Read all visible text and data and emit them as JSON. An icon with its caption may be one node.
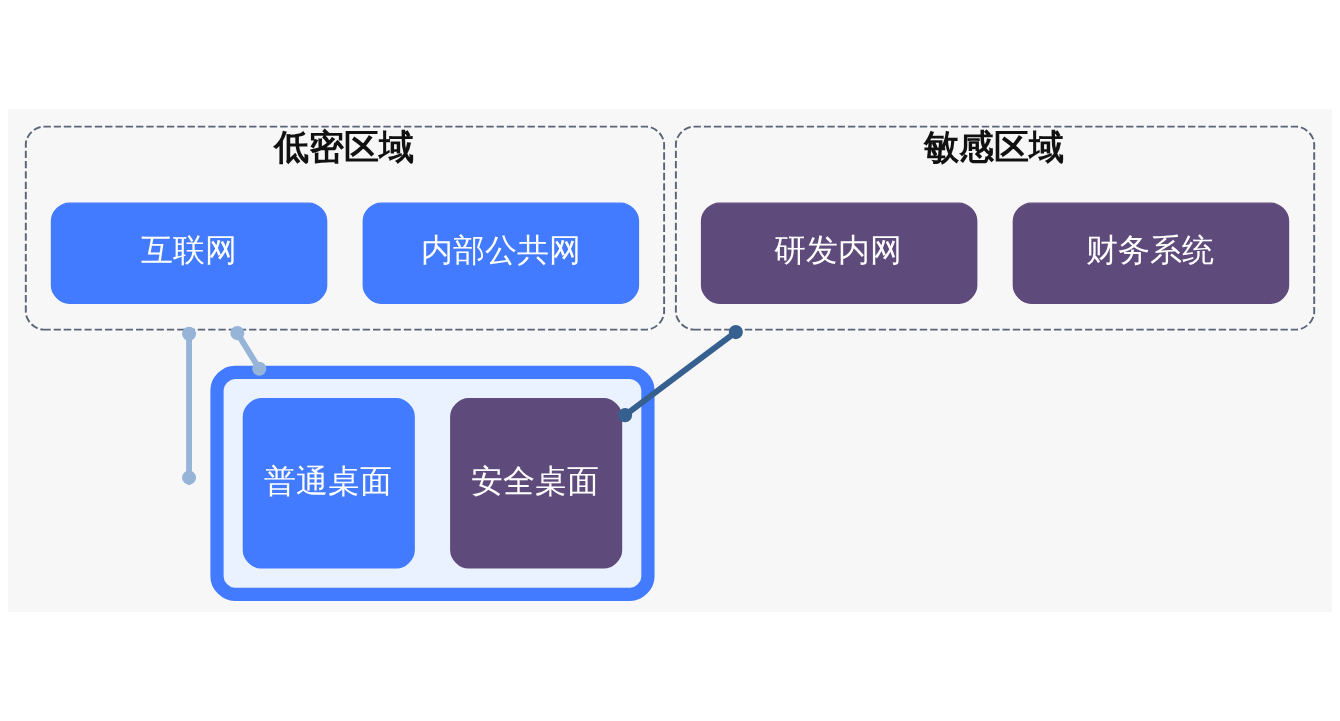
{
  "diagram": {
    "nodes": [
      {
        "text": [
          "低密区域"
        ]
      },
      {
        "text": [
          "互联网"
        ],
        "in": 0
      },
      {
        "text": [
          "内部公共网"
        ],
        "in": 0
      },
      {
        "text": [
          "敏感区域"
        ]
      },
      {
        "text": [
          "研发内网"
        ],
        "in": 3
      },
      {
        "text": [
          "财务系统"
        ],
        "in": 3
      },
      {
        "text": [],
        "shape": "picture"
      },
      {
        "text": [
          "普通桌面"
        ],
        "in": 6
      },
      {
        "text": [
          "安全桌面"
        ],
        "in": 6
      }
    ],
    "edges": [
      {
        "from": 0,
        "to": 6,
        "arrow": "other"
      },
      {
        "from": 0,
        "to": null,
        "arrow": "other"
      },
      {
        "from": 3,
        "to": 8,
        "arrow": "other",
        "color": "#36608f"
      }
    ]
  }
}
